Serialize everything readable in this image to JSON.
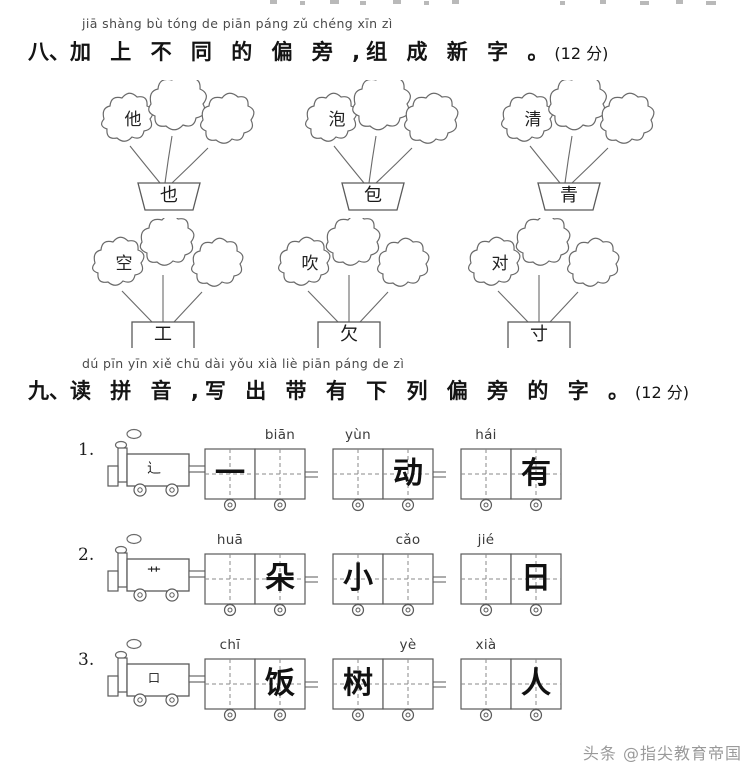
{
  "sections": [
    {
      "number": "八、",
      "pinyin": "jiā shàng bù tóng de piān páng   zǔ chéng xīn zì",
      "title": "加 上 不 同 的 偏  旁 ,组 成  新 字 。",
      "score": "(12 分)"
    },
    {
      "number": "九、",
      "pinyin": "dú pīn yīn   xiě chū dài yǒu xià liè piān páng de  zì",
      "title": "读 拼 音 ,写 出 带 有 下 列 偏  旁 的 字 。",
      "score": "(12 分)"
    }
  ],
  "flower_groups": [
    {
      "pot": "也",
      "pot_shape": "trapezoid",
      "flowers": [
        "他",
        "",
        ""
      ]
    },
    {
      "pot": "包",
      "pot_shape": "trapezoid",
      "flowers": [
        "泡",
        "",
        ""
      ]
    },
    {
      "pot": "青",
      "pot_shape": "trapezoid",
      "flowers": [
        "清",
        "",
        ""
      ]
    },
    {
      "pot": "工",
      "pot_shape": "rectangle",
      "flowers": [
        "空",
        "",
        ""
      ]
    },
    {
      "pot": "欠",
      "pot_shape": "rectangle",
      "flowers": [
        "吹",
        "",
        ""
      ]
    },
    {
      "pot": "寸",
      "pot_shape": "rectangle",
      "flowers": [
        "对",
        "",
        ""
      ]
    }
  ],
  "trains": [
    {
      "number": "1.",
      "radical": "辶",
      "cars": [
        {
          "pinyin": "biān",
          "pinyin_cell": 1,
          "cells": [
            "一",
            ""
          ]
        },
        {
          "pinyin": "yùn",
          "pinyin_cell": 0,
          "cells": [
            "",
            "动"
          ]
        },
        {
          "pinyin": "hái",
          "pinyin_cell": 0,
          "cells": [
            "",
            "有"
          ]
        }
      ]
    },
    {
      "number": "2.",
      "radical": "艹",
      "cars": [
        {
          "pinyin": "huā",
          "pinyin_cell": 0,
          "cells": [
            "",
            "朵"
          ]
        },
        {
          "pinyin": "cǎo",
          "pinyin_cell": 1,
          "cells": [
            "小",
            ""
          ]
        },
        {
          "pinyin": "jié",
          "pinyin_cell": 0,
          "cells": [
            "",
            "日"
          ]
        }
      ]
    },
    {
      "number": "3.",
      "radical": "口",
      "cars": [
        {
          "pinyin": "chī",
          "pinyin_cell": 0,
          "cells": [
            "",
            "饭"
          ]
        },
        {
          "pinyin": "yè",
          "pinyin_cell": 1,
          "cells": [
            "树",
            ""
          ]
        },
        {
          "pinyin": "xià",
          "pinyin_cell": 0,
          "cells": [
            "",
            "人"
          ]
        }
      ]
    }
  ],
  "watermark": "头条 @指尖教育帝国",
  "colors": {
    "ink": "#1b1b1b",
    "line": "#5a5a5a",
    "pinyin": "#3b3b3b",
    "watermark": "#9a9a9a"
  }
}
